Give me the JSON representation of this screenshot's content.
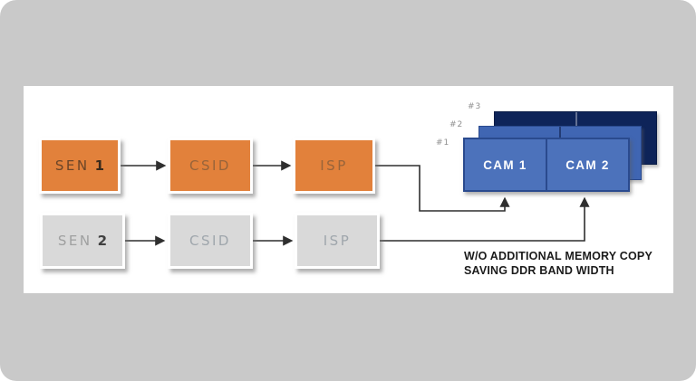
{
  "diagram": {
    "rows": [
      {
        "name": "sensor-path-1",
        "nodes": [
          {
            "label": "SEN",
            "num": "1"
          },
          {
            "label": "CSID"
          },
          {
            "label": "ISP"
          }
        ]
      },
      {
        "name": "sensor-path-2",
        "nodes": [
          {
            "label": "SEN",
            "num": "2"
          },
          {
            "label": "CSID"
          },
          {
            "label": "ISP"
          }
        ]
      }
    ],
    "frame_stack": {
      "tags": [
        "#3",
        "#2",
        "#1"
      ],
      "front_left": "CAM 1",
      "front_right": "CAM 2"
    },
    "caption": {
      "line1": "W/O ADDITIONAL MEMORY COPY",
      "line2": "SAVING DDR BAND WIDTH"
    },
    "colors": {
      "card_background": "#C9C9C9",
      "panel": "#FFFFFF",
      "orange_box": "#E2813B",
      "gray_box": "#D9D9D9",
      "buffer_front": "#4C72BB",
      "buffer_mid": "#4066B3",
      "buffer_back": "#0E2459",
      "connector": "#2F2F2F",
      "caption_text": "#1B1B1B"
    }
  }
}
